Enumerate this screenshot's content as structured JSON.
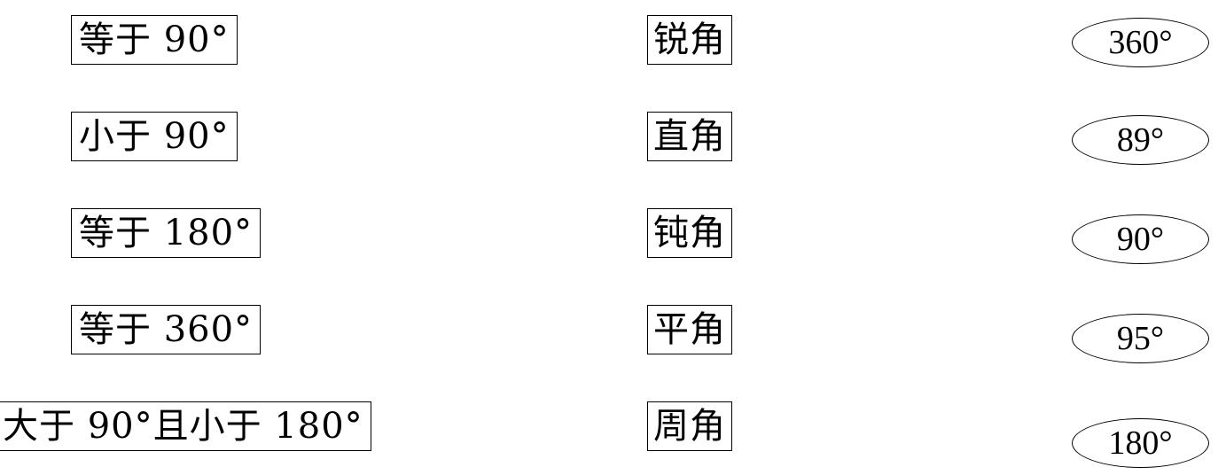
{
  "column_properties": {
    "items": [
      "等于 90°",
      "小于 90°",
      "等于 180°",
      "等于 360°",
      "大于 90°且小于 180°"
    ]
  },
  "column_angles": {
    "items": [
      "锐角",
      "直角",
      "钝角",
      "平角",
      "周角"
    ]
  },
  "column_degrees": {
    "items": [
      "360°",
      "89°",
      "90°",
      "95°",
      "180°"
    ]
  }
}
